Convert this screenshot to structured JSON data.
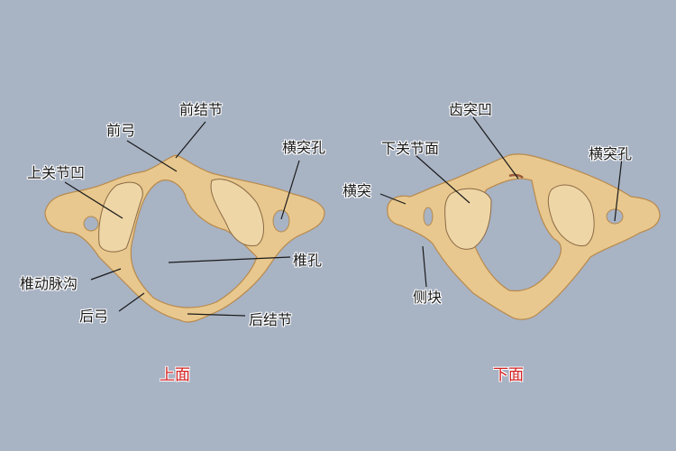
{
  "colors": {
    "background": "#a8b3c4",
    "bone": "#e8c88e",
    "bone_shadow": "#c99a5a",
    "facet": "#efd6a6",
    "caption": "#d42020",
    "leader": "#1a1a1a"
  },
  "superior_view": {
    "caption": "上面",
    "labels": {
      "anterior_tubercle": "前结节",
      "anterior_arch": "前弓",
      "superior_articular_facet": "上关节凹",
      "transverse_foramen": "横突孔",
      "vertebral_foramen": "椎孔",
      "vertebral_artery_groove": "椎动脉沟",
      "posterior_arch": "后弓",
      "posterior_tubercle": "后结节"
    }
  },
  "inferior_view": {
    "caption": "下面",
    "labels": {
      "facet_for_dens": "齿突凹",
      "inferior_articular_facet": "下关节面",
      "transverse_foramen": "横突孔",
      "transverse_process": "横突",
      "lateral_mass": "侧块"
    }
  }
}
